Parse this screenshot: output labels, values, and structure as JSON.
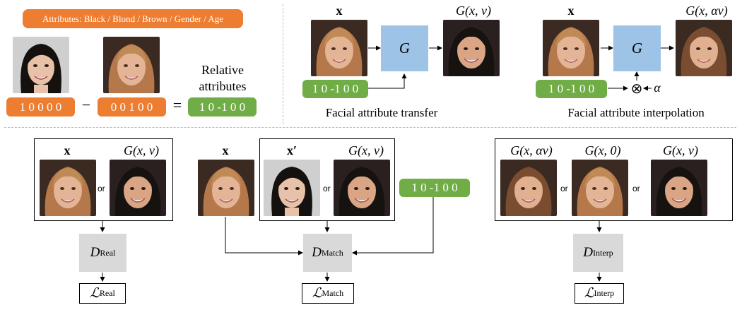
{
  "attributes_tag": "Attributes: Black / Blond / Brown / Gender / Age",
  "codes": {
    "black_hair": "1 0 0 0 0",
    "brown_hair": "0 0 1 0 0",
    "relative": "1 0 -1 0 0"
  },
  "operators": {
    "minus": "−",
    "equals": "="
  },
  "relative_label": [
    "Relative",
    "attributes"
  ],
  "transfer": {
    "input": "x",
    "generator": "G",
    "output": "G(x, v)",
    "code": "1 0 -1 0 0",
    "caption": "Facial attribute transfer"
  },
  "interpolation": {
    "input": "x",
    "generator": "G",
    "output": "G(x, αv)",
    "code": "1 0 -1 0 0",
    "multiply": "⊗",
    "alpha": "α",
    "caption": "Facial attribute interpolation"
  },
  "real_branch": {
    "label_a": "x",
    "label_b": "G(x, v)",
    "or": "or",
    "disc": "D",
    "disc_sub": "Real",
    "loss": "ℒ",
    "loss_sub": "Real"
  },
  "match_branch": {
    "label_x": "x",
    "label_a": "x′",
    "label_b": "G(x, v)",
    "or": "or",
    "code": "1 0 -1 0 0",
    "disc": "D",
    "disc_sub": "Match",
    "loss": "ℒ",
    "loss_sub": "Match"
  },
  "interp_branch": {
    "label_a": "G(x, αv)",
    "label_b": "G(x, 0)",
    "label_c": "G(x, v)",
    "or1": "or",
    "or2": "or",
    "disc": "D",
    "disc_sub": "Interp",
    "loss": "ℒ",
    "loss_sub": "Interp"
  },
  "colors": {
    "orange": "#ED7D31",
    "green": "#70AD47",
    "gen_blue": "#9DC3E6",
    "disc_gray": "#D9D9D9"
  }
}
